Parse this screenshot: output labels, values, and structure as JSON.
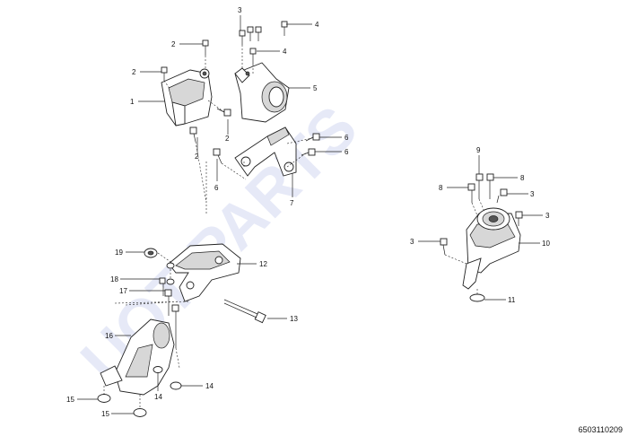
{
  "watermark": "UOT PARTS",
  "diagram_code": "6503110209",
  "callouts": [
    "1",
    "2",
    "2",
    "2",
    "2",
    "3",
    "4",
    "4",
    "5",
    "6",
    "6",
    "6",
    "7",
    "3",
    "8",
    "8",
    "9",
    "3",
    "3",
    "10",
    "11",
    "12",
    "13",
    "14",
    "14",
    "15",
    "15",
    "16",
    "17",
    "18",
    "19"
  ]
}
